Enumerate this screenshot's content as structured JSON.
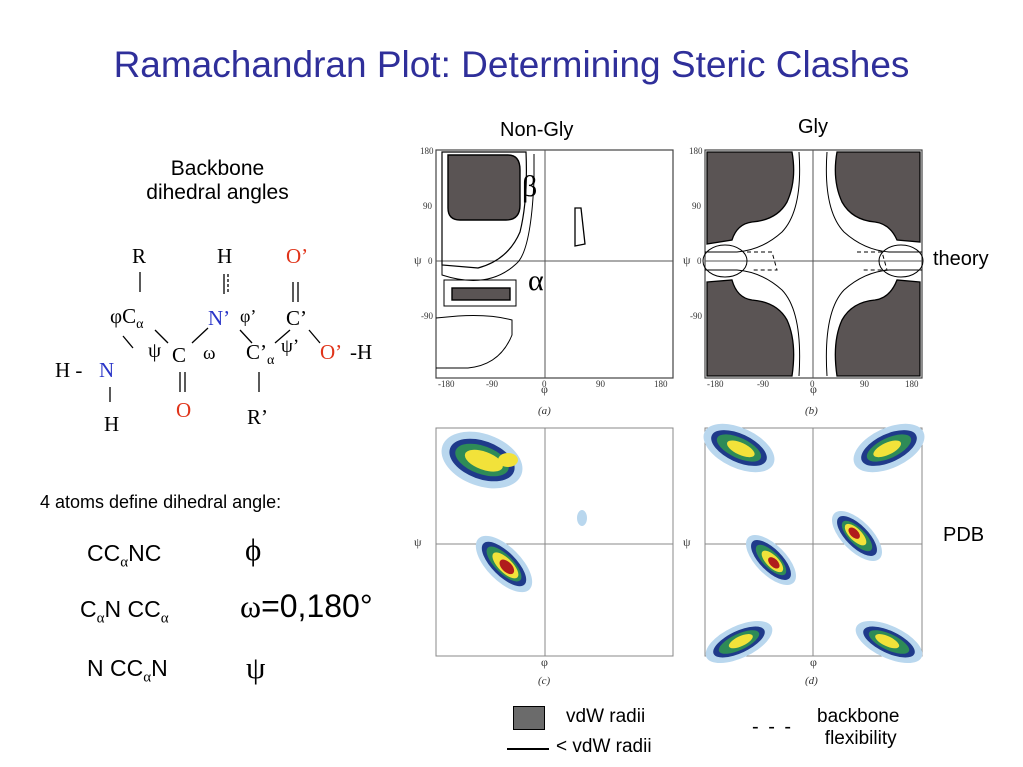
{
  "title": "Ramachandran Plot: Determining Steric Clashes",
  "backbone": {
    "line1": "Backbone",
    "line2": "dihedral angles"
  },
  "molecule": {
    "R": "R",
    "H_top": "H",
    "O_prime_top": "O’",
    "phi": "φ",
    "C": "C",
    "alpha": "α",
    "N_prime": "N’",
    "phi_prime": "φ’",
    "C_prime": "C’",
    "psi": "ψ",
    "omega": "ω",
    "C_prime_mid": "C’",
    "psi_prime": "ψ’",
    "O_prime_right": "O’",
    "dash_H": "-H",
    "H_dash": "H -",
    "N": "N",
    "O": "O",
    "R_prime": "R’",
    "H_bottom": "H"
  },
  "dihedral": {
    "heading": "4 atoms define dihedral angle:",
    "rows": [
      {
        "atoms_a": "CC",
        "sub": "α",
        "atoms_b": "NC",
        "symbol": "ϕ"
      },
      {
        "atoms_a": "C",
        "sub": "α",
        "atoms_b": "N CC",
        "sub2": "α",
        "symbol": "ω",
        "value": "=0,180°"
      },
      {
        "atoms_a": "N CC",
        "sub": "α",
        "atoms_b": "N",
        "symbol": "ψ"
      }
    ]
  },
  "plots": {
    "col_nongly": "Non-Gly",
    "col_gly": "Gly",
    "row_theory": "theory",
    "row_pdb": "PDB",
    "beta": "β",
    "alpha": "α",
    "psi_axis": "ψ",
    "phi_axis": "φ",
    "panel_a": "(a)",
    "panel_b": "(b)",
    "panel_c": "(c)",
    "panel_d": "(d)",
    "ticks": [
      "-180",
      "-90",
      "0",
      "90",
      "180"
    ],
    "yticks": [
      "180",
      "90",
      "0",
      "-90"
    ]
  },
  "legend": {
    "vdw": "vdW radii",
    "less_vdw": "< vdW radii",
    "dash": "- - -",
    "flex1": "backbone",
    "flex2": "flexibility"
  },
  "colors": {
    "title": "#2f2f9a",
    "nitrogen": "#2a35c8",
    "oxygen": "#e0341a",
    "region": "#5a5454"
  }
}
